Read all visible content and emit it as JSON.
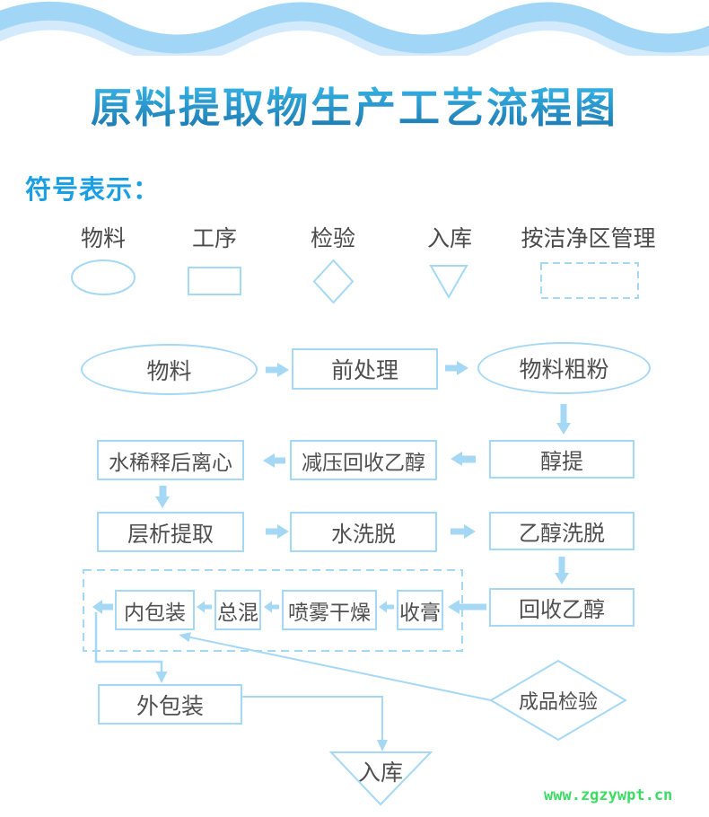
{
  "title": "原料提取物生产工艺流程图",
  "legend": {
    "heading": "符号表示：",
    "items": [
      {
        "label": "物料",
        "shape": "ellipse"
      },
      {
        "label": "工序",
        "shape": "rectangle"
      },
      {
        "label": "检验",
        "shape": "diamond"
      },
      {
        "label": "入库",
        "shape": "triangle-down"
      },
      {
        "label": "按洁净区管理",
        "shape": "dashed-rectangle"
      }
    ]
  },
  "flowchart": {
    "nodes": {
      "materials": "物料",
      "pretreatment": "前处理",
      "coarse_powder": "物料粗粉",
      "alcohol_extraction": "醇提",
      "vacuum_ethanol_recovery": "减压回收乙醇",
      "water_dilution_centrifuge": "水稀释后离心",
      "chromatography_extraction": "层析提取",
      "water_elution": "水洗脱",
      "ethanol_elution": "乙醇洗脱",
      "ethanol_recovery": "回收乙醇",
      "paste_collection": "收膏",
      "spray_drying": "喷雾干燥",
      "total_mixing": "总混",
      "inner_packaging": "内包装",
      "outer_packaging": "外包装",
      "product_inspection": "成品检验",
      "warehousing": "入库"
    }
  },
  "watermark": "www.zgzywpt.cn",
  "colors": {
    "accent": "#a5d8f5",
    "wave_main": "#a2d6f7",
    "wave_light": "#d3eafc",
    "title_top": "#3cc0f0",
    "title_bottom": "#1a72ab",
    "heading_blue": "#1b9fe3",
    "text_gray": "#4a4a4a",
    "watermark_green": "#3cdb64"
  }
}
